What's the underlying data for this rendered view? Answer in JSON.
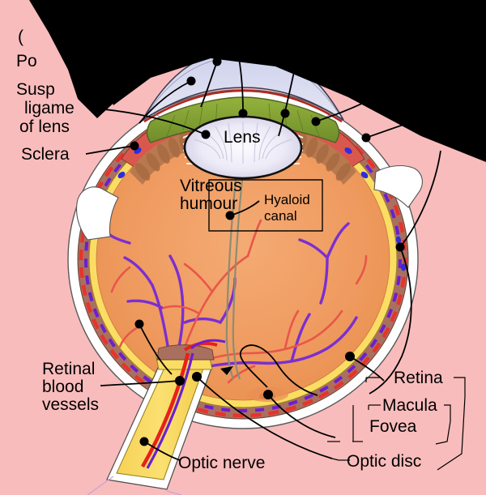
{
  "figure": {
    "title": "Schematic diagram of the human eye",
    "background_color": "#f9bcbc",
    "occlusion_color": "#000000"
  },
  "labels": {
    "partial_top_1": "(",
    "partial_top_2": "Po",
    "suspensory_1": "Susp",
    "suspensory_2": "ligame",
    "suspensory_3": "of lens",
    "sclera": "Sclera",
    "lens": "Lens",
    "vitreous_1": "Vitreous",
    "vitreous_2": "humour",
    "hyaloid_1": "Hyaloid",
    "hyaloid_2": "canal",
    "retinal_1": "Retinal",
    "retinal_2": "blood",
    "retinal_3": "vessels",
    "optic_nerve": "Optic nerve",
    "retina": "Retina",
    "macula": "Macula",
    "fovea": "Fovea",
    "optic_disc": "Optic disc"
  },
  "colors": {
    "background_pink": "#f9bcbc",
    "sclera_white": "#ffffff",
    "vitreous_orange": "#ef9a5f",
    "retina_yellow": "#fbdd63",
    "choroid_brown": "#a9705f",
    "choroid_red": "#e8332a",
    "vein_purple": "#7b2fd0",
    "artery_red": "#e8564a",
    "iris_green": "#8fae3a",
    "cornea_lavender": "#d8daf0",
    "lens_white": "#f2f2fa",
    "ciliary_brown": "#b9794e",
    "optic_nerve_yellow": "#fbdd63",
    "muscle_red": "#d9584e",
    "occlusion_black": "#000000"
  },
  "structures": [
    {
      "name": "cornea",
      "label_visible": false
    },
    {
      "name": "iris",
      "label_visible": false
    },
    {
      "name": "lens",
      "label_visible": true
    },
    {
      "name": "ciliary-body",
      "label_visible": false
    },
    {
      "name": "sclera",
      "label_visible": true
    },
    {
      "name": "vitreous-humour",
      "label_visible": true
    },
    {
      "name": "hyaloid-canal",
      "label_visible": true
    },
    {
      "name": "retina",
      "label_visible": true
    },
    {
      "name": "macula",
      "label_visible": true
    },
    {
      "name": "fovea",
      "label_visible": true
    },
    {
      "name": "optic-disc",
      "label_visible": true
    },
    {
      "name": "optic-nerve",
      "label_visible": true
    },
    {
      "name": "retinal-blood-vessels",
      "label_visible": true
    },
    {
      "name": "suspensory-ligament-of-lens",
      "label_visible": true
    }
  ]
}
